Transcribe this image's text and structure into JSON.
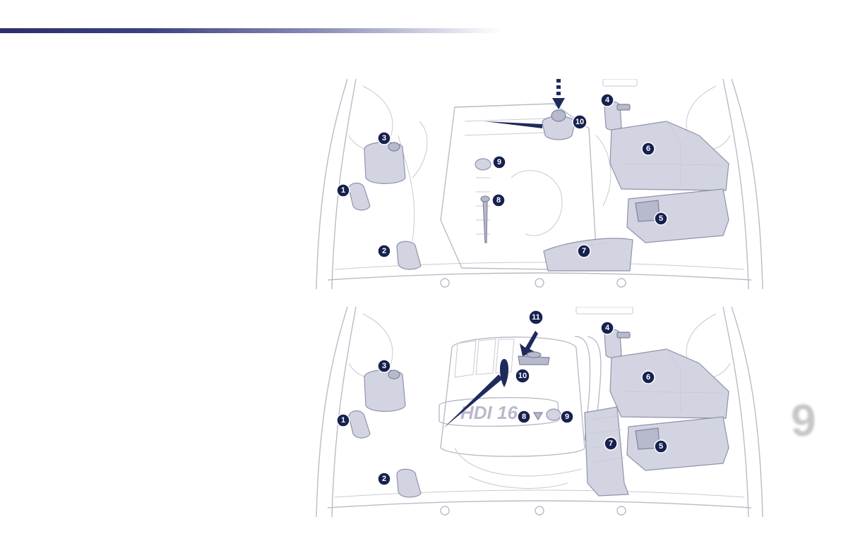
{
  "header": {
    "accent_color": "#2c2f6b"
  },
  "chapter": {
    "number": "9"
  },
  "diagrams": [
    {
      "id": "petrol-engine",
      "markers": [
        "1",
        "2",
        "3",
        "4",
        "5",
        "6",
        "7",
        "8",
        "9",
        "10"
      ]
    },
    {
      "id": "diesel-engine",
      "engine_cover_text": "HDI 16",
      "markers": [
        "1",
        "2",
        "3",
        "4",
        "5",
        "6",
        "7",
        "8",
        "9",
        "10",
        "11"
      ]
    }
  ],
  "colors": {
    "marker": "#16214f",
    "part_fill": "#d3d4e2",
    "outline": "#b9bcc8"
  }
}
